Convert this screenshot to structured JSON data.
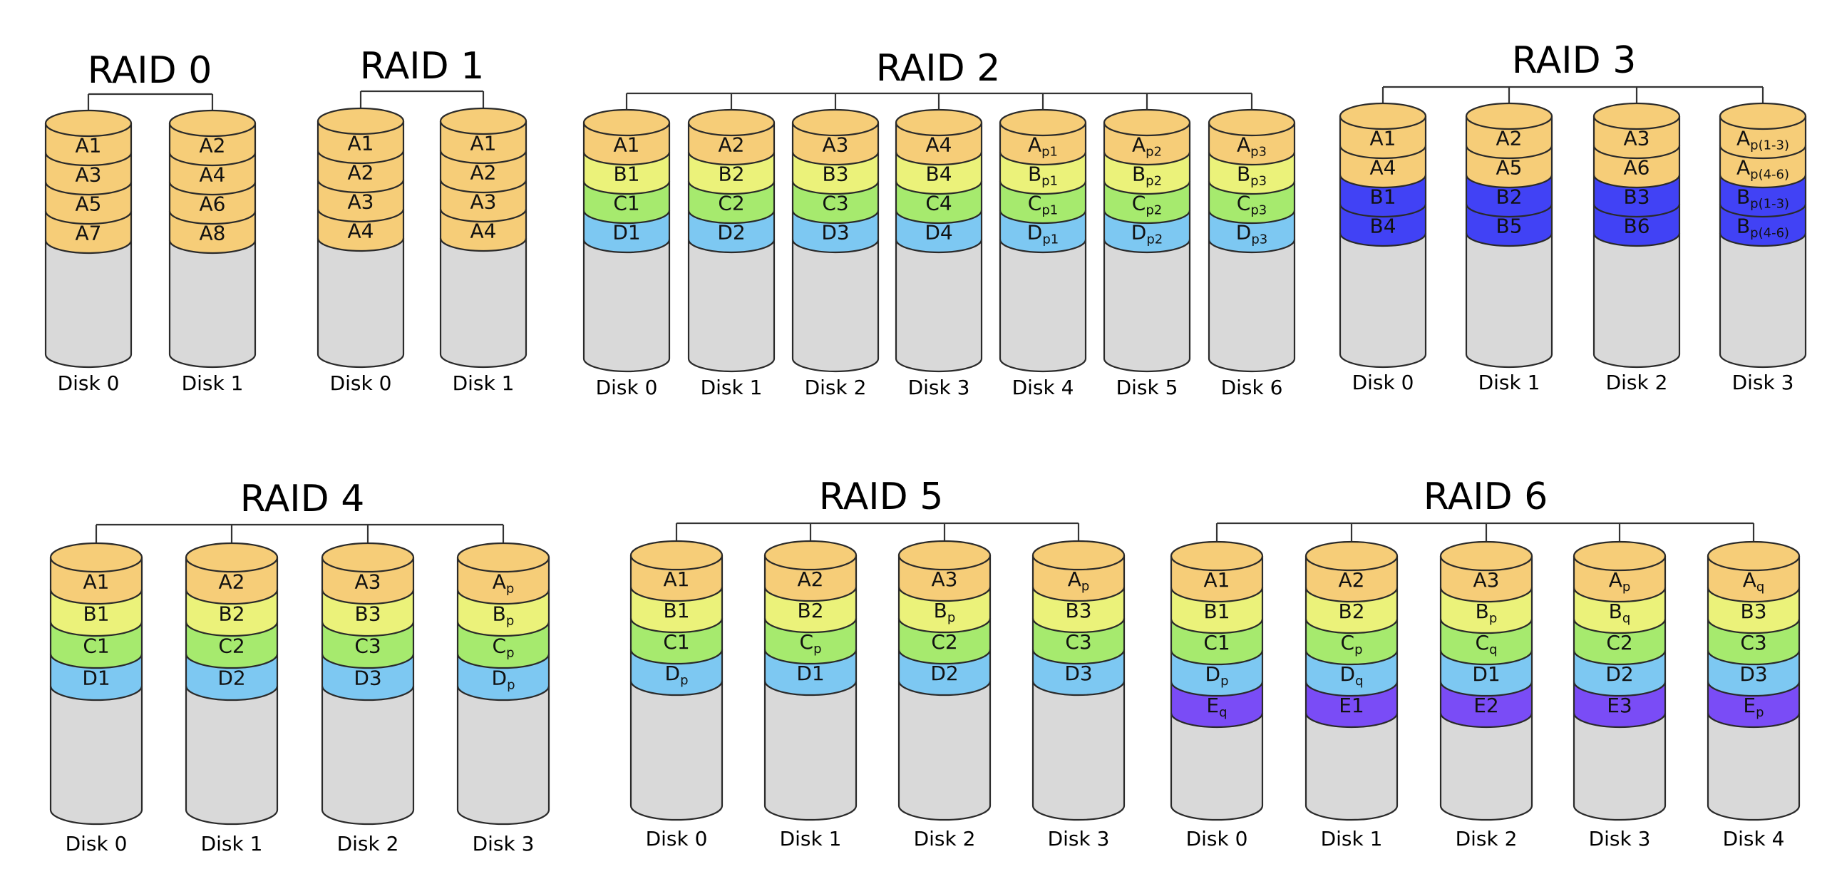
{
  "block_colors": {
    "A": "#f6cd78",
    "B": "#ebf27a",
    "C": "#a6ea6e",
    "D": "#7dc8f2",
    "P": "#4142f5",
    "E": "#7a4cf6",
    "empty": "#d9d9d9"
  },
  "groups": [
    {
      "title": "RAID 0",
      "disks": [
        {
          "label": "Disk 0",
          "blocks": [
            {
              "t": "A1",
              "c": "A"
            },
            {
              "t": "A3",
              "c": "A"
            },
            {
              "t": "A5",
              "c": "A"
            },
            {
              "t": "A7",
              "c": "A"
            }
          ]
        },
        {
          "label": "Disk 1",
          "blocks": [
            {
              "t": "A2",
              "c": "A"
            },
            {
              "t": "A4",
              "c": "A"
            },
            {
              "t": "A6",
              "c": "A"
            },
            {
              "t": "A8",
              "c": "A"
            }
          ]
        }
      ]
    },
    {
      "title": "RAID 1",
      "disks": [
        {
          "label": "Disk 0",
          "blocks": [
            {
              "t": "A1",
              "c": "A"
            },
            {
              "t": "A2",
              "c": "A"
            },
            {
              "t": "A3",
              "c": "A"
            },
            {
              "t": "A4",
              "c": "A"
            }
          ]
        },
        {
          "label": "Disk 1",
          "blocks": [
            {
              "t": "A1",
              "c": "A"
            },
            {
              "t": "A2",
              "c": "A"
            },
            {
              "t": "A3",
              "c": "A"
            },
            {
              "t": "A4",
              "c": "A"
            }
          ]
        }
      ]
    },
    {
      "title": "RAID 2",
      "disks": [
        {
          "label": "Disk 0",
          "blocks": [
            {
              "t": "A1",
              "c": "A"
            },
            {
              "t": "B1",
              "c": "B"
            },
            {
              "t": "C1",
              "c": "C"
            },
            {
              "t": "D1",
              "c": "D"
            }
          ]
        },
        {
          "label": "Disk 1",
          "blocks": [
            {
              "t": "A2",
              "c": "A"
            },
            {
              "t": "B2",
              "c": "B"
            },
            {
              "t": "C2",
              "c": "C"
            },
            {
              "t": "D2",
              "c": "D"
            }
          ]
        },
        {
          "label": "Disk 2",
          "blocks": [
            {
              "t": "A3",
              "c": "A"
            },
            {
              "t": "B3",
              "c": "B"
            },
            {
              "t": "C3",
              "c": "C"
            },
            {
              "t": "D3",
              "c": "D"
            }
          ]
        },
        {
          "label": "Disk 3",
          "blocks": [
            {
              "t": "A4",
              "c": "A"
            },
            {
              "t": "B4",
              "c": "B"
            },
            {
              "t": "C4",
              "c": "C"
            },
            {
              "t": "D4",
              "c": "D"
            }
          ]
        },
        {
          "label": "Disk 4",
          "blocks": [
            {
              "t": "A",
              "s": "p1",
              "c": "A"
            },
            {
              "t": "B",
              "s": "p1",
              "c": "B"
            },
            {
              "t": "C",
              "s": "p1",
              "c": "C"
            },
            {
              "t": "D",
              "s": "p1",
              "c": "D"
            }
          ]
        },
        {
          "label": "Disk 5",
          "blocks": [
            {
              "t": "A",
              "s": "p2",
              "c": "A"
            },
            {
              "t": "B",
              "s": "p2",
              "c": "B"
            },
            {
              "t": "C",
              "s": "p2",
              "c": "C"
            },
            {
              "t": "D",
              "s": "p2",
              "c": "D"
            }
          ]
        },
        {
          "label": "Disk 6",
          "blocks": [
            {
              "t": "A",
              "s": "p3",
              "c": "A"
            },
            {
              "t": "B",
              "s": "p3",
              "c": "B"
            },
            {
              "t": "C",
              "s": "p3",
              "c": "C"
            },
            {
              "t": "D",
              "s": "p3",
              "c": "D"
            }
          ]
        }
      ]
    },
    {
      "title": "RAID 3",
      "disks": [
        {
          "label": "Disk 0",
          "blocks": [
            {
              "t": "A1",
              "c": "A"
            },
            {
              "t": "A4",
              "c": "A"
            },
            {
              "t": "B1",
              "c": "P"
            },
            {
              "t": "B4",
              "c": "P"
            }
          ]
        },
        {
          "label": "Disk 1",
          "blocks": [
            {
              "t": "A2",
              "c": "A"
            },
            {
              "t": "A5",
              "c": "A"
            },
            {
              "t": "B2",
              "c": "P"
            },
            {
              "t": "B5",
              "c": "P"
            }
          ]
        },
        {
          "label": "Disk 2",
          "blocks": [
            {
              "t": "A3",
              "c": "A"
            },
            {
              "t": "A6",
              "c": "A"
            },
            {
              "t": "B3",
              "c": "P"
            },
            {
              "t": "B6",
              "c": "P"
            }
          ]
        },
        {
          "label": "Disk 3",
          "blocks": [
            {
              "t": "A",
              "s": "p(1-3)",
              "c": "A"
            },
            {
              "t": "A",
              "s": "p(4-6)",
              "c": "A"
            },
            {
              "t": "B",
              "s": "p(1-3)",
              "c": "P"
            },
            {
              "t": "B",
              "s": "p(4-6)",
              "c": "P"
            }
          ]
        }
      ]
    },
    {
      "title": "RAID 4",
      "disks": [
        {
          "label": "Disk 0",
          "blocks": [
            {
              "t": "A1",
              "c": "A"
            },
            {
              "t": "B1",
              "c": "B"
            },
            {
              "t": "C1",
              "c": "C"
            },
            {
              "t": "D1",
              "c": "D"
            }
          ]
        },
        {
          "label": "Disk 1",
          "blocks": [
            {
              "t": "A2",
              "c": "A"
            },
            {
              "t": "B2",
              "c": "B"
            },
            {
              "t": "C2",
              "c": "C"
            },
            {
              "t": "D2",
              "c": "D"
            }
          ]
        },
        {
          "label": "Disk 2",
          "blocks": [
            {
              "t": "A3",
              "c": "A"
            },
            {
              "t": "B3",
              "c": "B"
            },
            {
              "t": "C3",
              "c": "C"
            },
            {
              "t": "D3",
              "c": "D"
            }
          ]
        },
        {
          "label": "Disk 3",
          "blocks": [
            {
              "t": "A",
              "s": "p",
              "c": "A"
            },
            {
              "t": "B",
              "s": "p",
              "c": "B"
            },
            {
              "t": "C",
              "s": "p",
              "c": "C"
            },
            {
              "t": "D",
              "s": "p",
              "c": "D"
            }
          ]
        }
      ]
    },
    {
      "title": "RAID 5",
      "disks": [
        {
          "label": "Disk 0",
          "blocks": [
            {
              "t": "A1",
              "c": "A"
            },
            {
              "t": "B1",
              "c": "B"
            },
            {
              "t": "C1",
              "c": "C"
            },
            {
              "t": "D",
              "s": "p",
              "c": "D"
            }
          ]
        },
        {
          "label": "Disk 1",
          "blocks": [
            {
              "t": "A2",
              "c": "A"
            },
            {
              "t": "B2",
              "c": "B"
            },
            {
              "t": "C",
              "s": "p",
              "c": "C"
            },
            {
              "t": "D1",
              "c": "D"
            }
          ]
        },
        {
          "label": "Disk 2",
          "blocks": [
            {
              "t": "A3",
              "c": "A"
            },
            {
              "t": "B",
              "s": "p",
              "c": "B"
            },
            {
              "t": "C2",
              "c": "C"
            },
            {
              "t": "D2",
              "c": "D"
            }
          ]
        },
        {
          "label": "Disk 3",
          "blocks": [
            {
              "t": "A",
              "s": "p",
              "c": "A"
            },
            {
              "t": "B3",
              "c": "B"
            },
            {
              "t": "C3",
              "c": "C"
            },
            {
              "t": "D3",
              "c": "D"
            }
          ]
        }
      ]
    },
    {
      "title": "RAID 6",
      "disks": [
        {
          "label": "Disk 0",
          "blocks": [
            {
              "t": "A1",
              "c": "A"
            },
            {
              "t": "B1",
              "c": "B"
            },
            {
              "t": "C1",
              "c": "C"
            },
            {
              "t": "D",
              "s": "p",
              "c": "D"
            },
            {
              "t": "E",
              "s": "q",
              "c": "E"
            }
          ]
        },
        {
          "label": "Disk 1",
          "blocks": [
            {
              "t": "A2",
              "c": "A"
            },
            {
              "t": "B2",
              "c": "B"
            },
            {
              "t": "C",
              "s": "p",
              "c": "C"
            },
            {
              "t": "D",
              "s": "q",
              "c": "D"
            },
            {
              "t": "E1",
              "c": "E"
            }
          ]
        },
        {
          "label": "Disk 2",
          "blocks": [
            {
              "t": "A3",
              "c": "A"
            },
            {
              "t": "B",
              "s": "p",
              "c": "B"
            },
            {
              "t": "C",
              "s": "q",
              "c": "C"
            },
            {
              "t": "D1",
              "c": "D"
            },
            {
              "t": "E2",
              "c": "E"
            }
          ]
        },
        {
          "label": "Disk 3",
          "blocks": [
            {
              "t": "A",
              "s": "p",
              "c": "A"
            },
            {
              "t": "B",
              "s": "q",
              "c": "B"
            },
            {
              "t": "C2",
              "c": "C"
            },
            {
              "t": "D2",
              "c": "D"
            },
            {
              "t": "E3",
              "c": "E"
            }
          ]
        },
        {
          "label": "Disk 4",
          "blocks": [
            {
              "t": "A",
              "s": "q",
              "c": "A"
            },
            {
              "t": "B3",
              "c": "B"
            },
            {
              "t": "C3",
              "c": "C"
            },
            {
              "t": "D3",
              "c": "D"
            },
            {
              "t": "E",
              "s": "p",
              "c": "E"
            }
          ]
        }
      ]
    }
  ]
}
